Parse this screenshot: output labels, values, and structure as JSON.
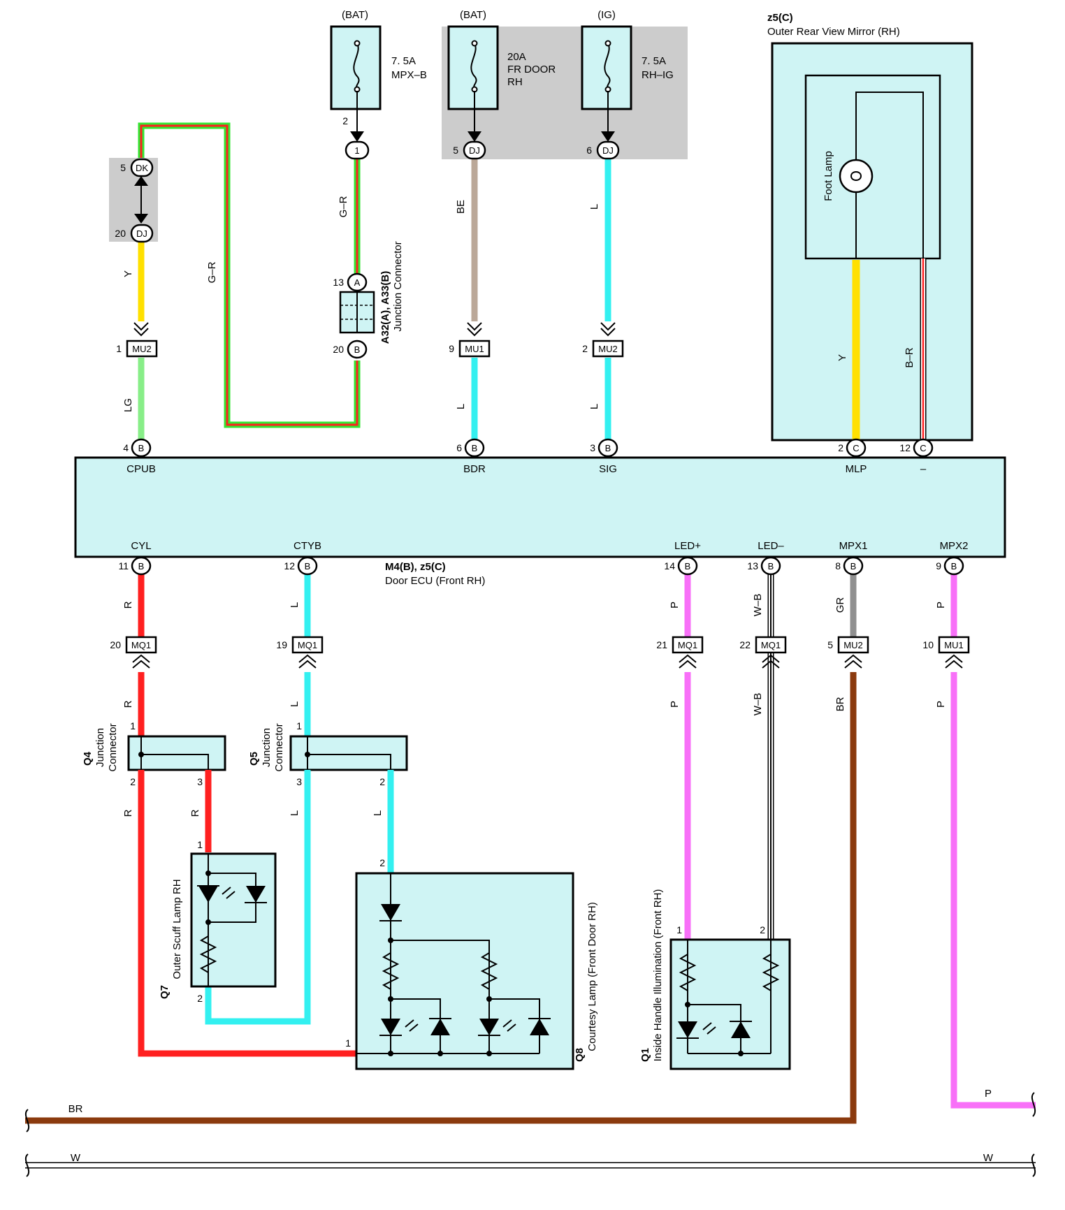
{
  "fuses": [
    {
      "supply": "(BAT)",
      "rating": "7. 5A",
      "name": "MPX–B",
      "extra": "",
      "pin": "2"
    },
    {
      "supply": "(BAT)",
      "rating": "20A",
      "name": "FR DOOR",
      "extra": "RH",
      "pin": ""
    },
    {
      "supply": "(IG)",
      "rating": "7. 5A",
      "name": "RH–IG",
      "extra": "",
      "pin": ""
    }
  ],
  "ecu": {
    "name": "M4(B), z5(C)",
    "desc": "Door ECU (Front RH)",
    "top_terminals": [
      {
        "pin": "4",
        "conn": "B",
        "label": "CPUB"
      },
      {
        "pin": "6",
        "conn": "B",
        "label": "BDR"
      },
      {
        "pin": "3",
        "conn": "B",
        "label": "SIG"
      },
      {
        "pin": "2",
        "conn": "C",
        "label": "MLP"
      },
      {
        "pin": "12",
        "conn": "C",
        "label": "–"
      }
    ],
    "bottom_terminals": [
      {
        "pin": "11",
        "conn": "B",
        "label": "CYL"
      },
      {
        "pin": "12",
        "conn": "B",
        "label": "CTYB"
      },
      {
        "pin": "14",
        "conn": "B",
        "label": "LED+"
      },
      {
        "pin": "13",
        "conn": "B",
        "label": "LED–"
      },
      {
        "pin": "8",
        "conn": "B",
        "label": "MPX1"
      },
      {
        "pin": "9",
        "conn": "B",
        "label": "MPX2"
      }
    ]
  },
  "mirror": {
    "name": "z5(C)",
    "desc": "Outer Rear View Mirror (RH)",
    "lamp": "Foot Lamp"
  },
  "junction_a": {
    "name": "A32(A), A33(B)",
    "desc": "Junction Connector",
    "pins": [
      {
        "pin": "13",
        "conn": "A"
      },
      {
        "pin": "20",
        "conn": "B"
      }
    ]
  },
  "junction_q4": {
    "name": "Q4",
    "desc1": "Junction",
    "desc2": "Connector",
    "pins": [
      "1",
      "2",
      "3"
    ]
  },
  "junction_q5": {
    "name": "Q5",
    "desc1": "Junction",
    "desc2": "Connector",
    "pins": [
      "1",
      "3",
      "2"
    ]
  },
  "comp_q7": {
    "name": "Q7",
    "desc": "Outer Scuff Lamp RH",
    "pins": [
      "1",
      "2"
    ]
  },
  "comp_q8": {
    "name": "Q8",
    "desc": "Courtesy Lamp (Front Door RH)",
    "pins": [
      "2",
      "1"
    ]
  },
  "comp_q1": {
    "name": "Q1",
    "desc": "Inside Handle Illumination (Front RH)",
    "pins": [
      "1",
      "2"
    ]
  },
  "connectors": [
    {
      "pin": "5",
      "code": "DK"
    },
    {
      "pin": "20",
      "code": "DJ"
    },
    {
      "pin": "5",
      "code": "DJ"
    },
    {
      "pin": "6",
      "code": "DJ"
    },
    {
      "pin": "1",
      "code": "MU2"
    },
    {
      "pin": "9",
      "code": "MU1"
    },
    {
      "pin": "2",
      "code": "MU2"
    },
    {
      "pin": "20",
      "code": "MQ1"
    },
    {
      "pin": "19",
      "code": "MQ1"
    },
    {
      "pin": "21",
      "code": "MQ1"
    },
    {
      "pin": "22",
      "code": "MQ1"
    },
    {
      "pin": "5",
      "code": "MU2"
    },
    {
      "pin": "10",
      "code": "MU1"
    }
  ],
  "inline_pin_1": "1",
  "wire_labels": {
    "gr_loop": "G–R",
    "gr_vert": "G–R",
    "y_dk": "Y",
    "lg": "LG",
    "be": "BE",
    "l_ig": "L",
    "l_bdr": "L",
    "l_sig": "L",
    "mirror_y": "Y",
    "mirror_br": "B–R",
    "r1": "R",
    "l1": "L",
    "p1": "P",
    "wb1": "W–B",
    "gr": "GR",
    "p2": "P",
    "r2": "R",
    "l2": "L",
    "p3": "P",
    "wb2": "W–B",
    "br1": "BR",
    "p4": "P",
    "r3": "R",
    "r4": "R",
    "l3": "L",
    "l4": "L",
    "bus_br": "BR",
    "bus_p": "P",
    "bus_w1": "W",
    "bus_w2": "W"
  },
  "colors": {
    "red": "#ff2020",
    "green": "#33e633",
    "yellow": "#ffe000",
    "cyan": "#33f0f0",
    "tan": "#bba898",
    "lightgreen": "#88ee88",
    "pink": "#f870f8",
    "gray": "#909090",
    "brown": "#8b3a0e",
    "box": "#cff4f4",
    "shade": "#cccccc"
  }
}
